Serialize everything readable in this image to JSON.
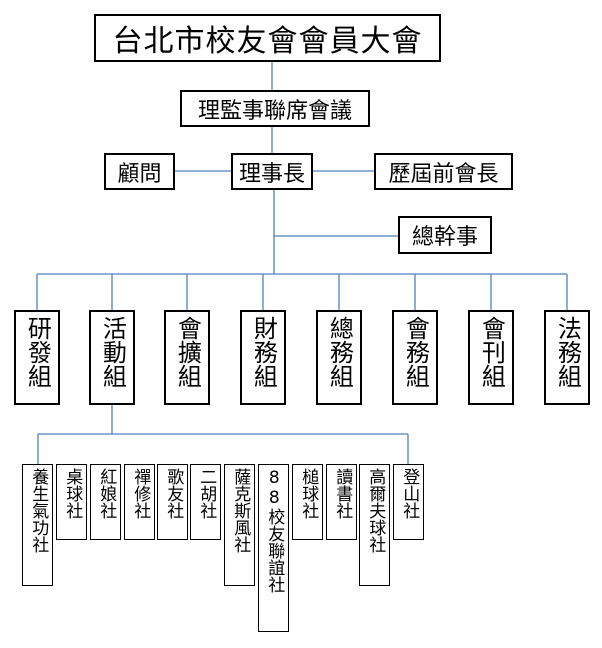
{
  "assembly": "台北市校友會會員大會",
  "council": "理監事聯席會議",
  "adviser": "顧問",
  "president": "理事長",
  "past_presidents": "歷屆前會長",
  "secretary_general": "總幹事",
  "departments": [
    "研發組",
    "活動組",
    "會擴組",
    "財務組",
    "總務組",
    "會務組",
    "會刊組",
    "法務組"
  ],
  "clubs": [
    "養生氣功社",
    "桌球社",
    "紅娘社",
    "禪修社",
    "歌友社",
    "二胡社",
    "薩克斯風社",
    "88校友聯誼社",
    "槌球社",
    "讀書社",
    "高爾夫球社",
    "登山社"
  ],
  "colors": {
    "connector": "#4f81bd",
    "border": "#000000"
  }
}
